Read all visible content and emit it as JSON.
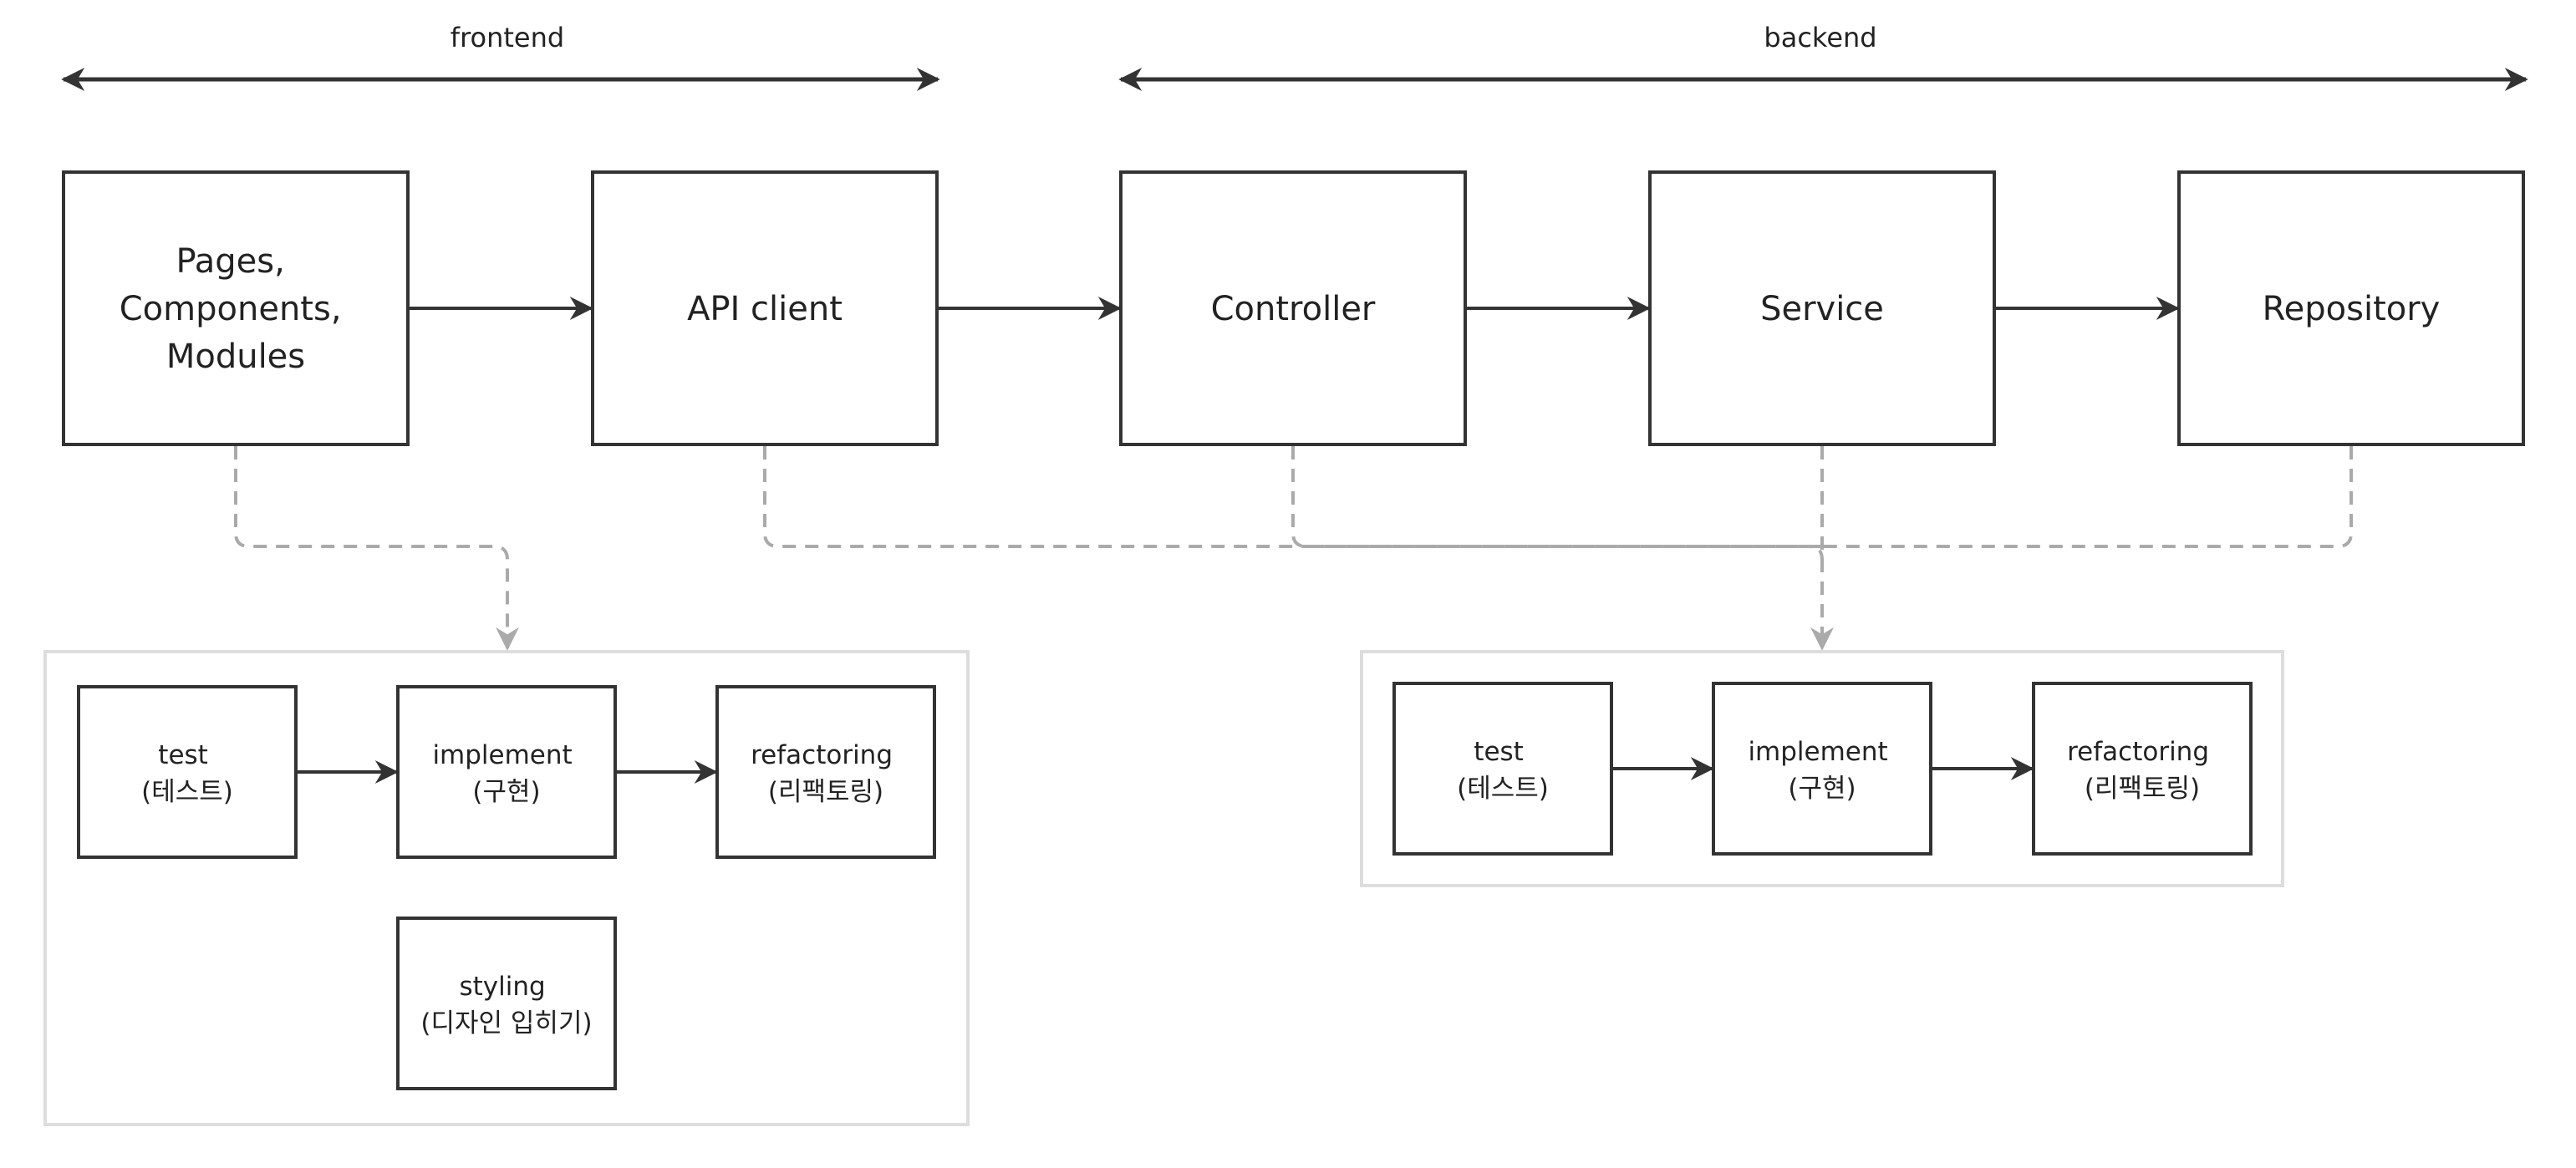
{
  "ranges": {
    "frontend": "frontend",
    "backend": "backend"
  },
  "layers": {
    "pages": [
      "Pages,",
      "Components,",
      "Modules"
    ],
    "api_client": "API client",
    "controller": "Controller",
    "service": "Service",
    "repository": "Repository"
  },
  "frontend_steps": {
    "test": [
      "test",
      "(테스트)"
    ],
    "implement": [
      "implement",
      "(구현)"
    ],
    "refactoring": [
      "refactoring",
      "(리팩토링)"
    ],
    "styling": [
      "styling",
      "(디자인 입히기)"
    ]
  },
  "backend_steps": {
    "test": [
      "test",
      "(테스트)"
    ],
    "implement": [
      "implement",
      "(구현)"
    ],
    "refactoring": [
      "refactoring",
      "(리팩토링)"
    ]
  },
  "colors": {
    "stroke": "#333333",
    "text": "#222222",
    "dashed_connector": "#aaaaaa",
    "group_border": "#dddddd"
  }
}
